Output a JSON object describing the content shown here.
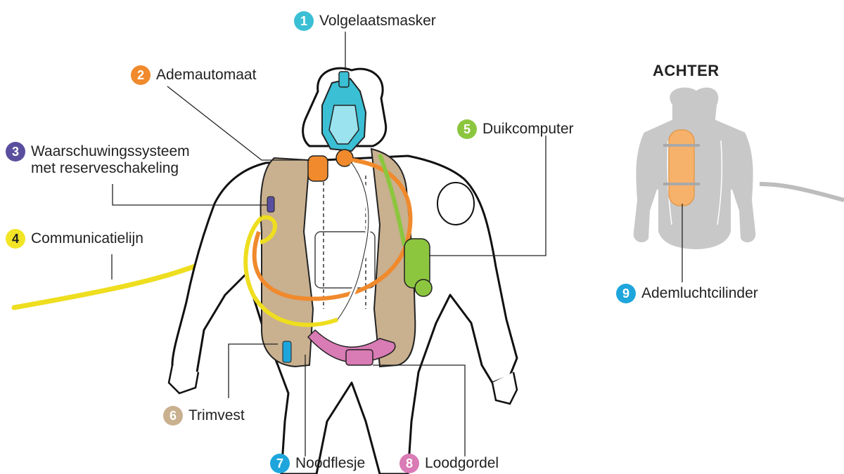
{
  "back_heading": "ACHTER",
  "labels": [
    {
      "num": "1",
      "text": "Volgelaatsmasker",
      "color": "#3bbfd4"
    },
    {
      "num": "2",
      "text": "Ademautomaat",
      "color": "#f08a2c"
    },
    {
      "num": "3",
      "text": "Waarschuwingssysteem met reserveschakeling",
      "color": "#5a4f9e"
    },
    {
      "num": "4",
      "text": "Communicatielijn",
      "color": "#f2e526"
    },
    {
      "num": "5",
      "text": "Duikcomputer",
      "color": "#8cc63f"
    },
    {
      "num": "6",
      "text": "Trimvest",
      "color": "#c9b08f"
    },
    {
      "num": "7",
      "text": "Noodflesje",
      "color": "#1ea6dc"
    },
    {
      "num": "8",
      "text": "Loodgordel",
      "color": "#d97bb5"
    },
    {
      "num": "9",
      "text": "Ademluchtcilinder",
      "color": "#1ea6dc"
    }
  ]
}
